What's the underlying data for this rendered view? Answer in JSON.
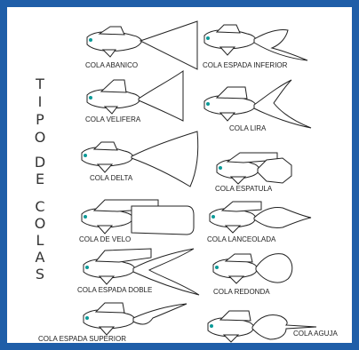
{
  "frame": {
    "border_color": "#1f5ea8"
  },
  "side_title": [
    "T",
    "I",
    "P",
    "O",
    "D",
    "E",
    "C",
    "O",
    "L",
    "A",
    "S"
  ],
  "tail_types": [
    {
      "id": "abanico",
      "label": "COLA ABANICO",
      "icon": "fan-tail-fish-icon"
    },
    {
      "id": "espada-inferior",
      "label": "COLA ESPADA INFERIOR",
      "icon": "lower-sword-tail-fish-icon"
    },
    {
      "id": "velifera",
      "label": "COLA VELIFERA",
      "icon": "veil-tail-fish-icon"
    },
    {
      "id": "lira",
      "label": "COLA LIRA",
      "icon": "lyre-tail-fish-icon"
    },
    {
      "id": "delta",
      "label": "COLA DELTA",
      "icon": "delta-tail-fish-icon"
    },
    {
      "id": "espatula",
      "label": "COLA ESPATULA",
      "icon": "spade-tail-fish-icon"
    },
    {
      "id": "de-velo",
      "label": "COLA DE VELO",
      "icon": "flag-tail-fish-icon"
    },
    {
      "id": "lanceolada",
      "label": "COLA LANCEOLADA",
      "icon": "spear-tail-fish-icon"
    },
    {
      "id": "espada-doble",
      "label": "COLA ESPADA DOBLE",
      "icon": "double-sword-tail-fish-icon"
    },
    {
      "id": "redonda",
      "label": "COLA REDONDA",
      "icon": "round-tail-fish-icon"
    },
    {
      "id": "espada-superior",
      "label": "COLA ESPADA SUPERIOR",
      "icon": "upper-sword-tail-fish-icon"
    },
    {
      "id": "aguja",
      "label": "COLA AGUJA",
      "icon": "pin-tail-fish-icon"
    }
  ]
}
